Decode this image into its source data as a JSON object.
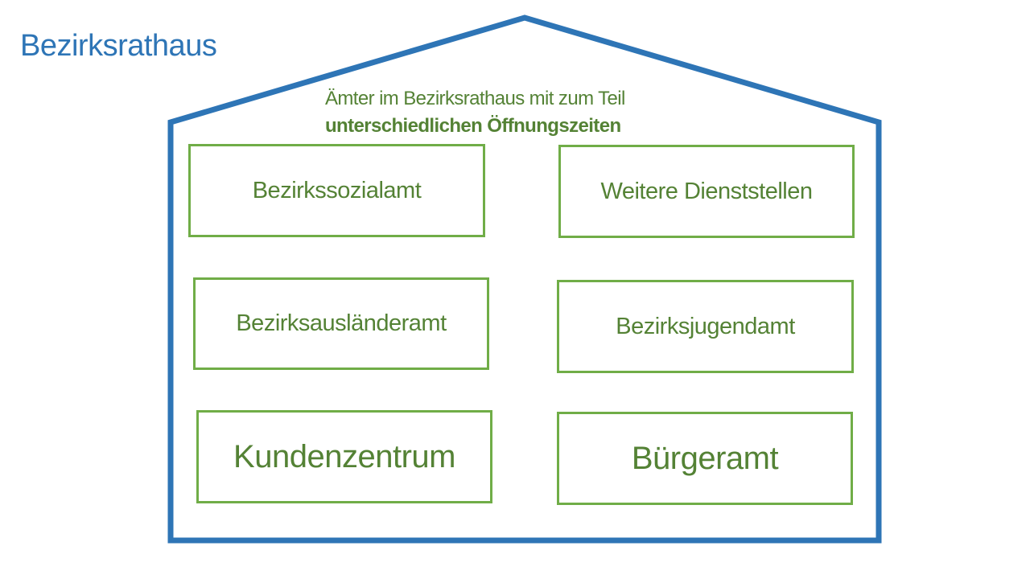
{
  "title": "Bezirksrathaus",
  "subtitle": {
    "line1": "Ämter im Bezirksrathaus mit zum Teil",
    "line2": "unterschiedlichen Öffnungszeiten"
  },
  "offices": [
    {
      "label": "Bezirkssozialamt"
    },
    {
      "label": "Weitere Dienststellen"
    },
    {
      "label": "Bezirksausländeramt"
    },
    {
      "label": "Bezirksjugendamt"
    },
    {
      "label": "Kundenzentrum"
    },
    {
      "label": "Bürgeramt"
    }
  ],
  "colors": {
    "house_outline": "#2e75b6",
    "box_border": "#70ad47",
    "text_green": "#548235"
  }
}
